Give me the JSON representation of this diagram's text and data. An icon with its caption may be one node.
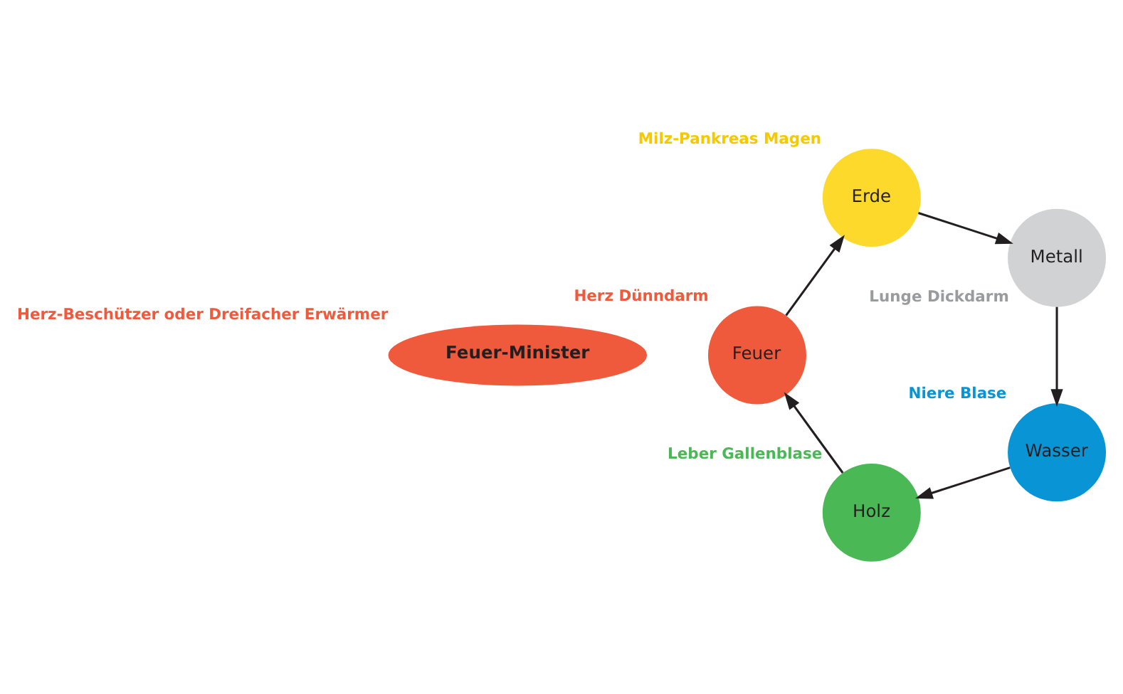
{
  "diagram": {
    "nodes": [
      {
        "text": [
          "Feuer-Minister"
        ],
        "beside": [
          "Herz-Beschützer oder Dreifacher Erwärmer"
        ]
      },
      {
        "text": [
          "Feuer"
        ],
        "beside": [
          "Herz Dünndarm"
        ]
      },
      {
        "text": [
          "Holz"
        ],
        "beside": [
          "Leber Gallenblase"
        ]
      },
      {
        "text": [
          "Erde"
        ],
        "beside": [
          "Milz-Pankreas Magen"
        ]
      },
      {
        "text": [
          "Wasser"
        ],
        "beside": [
          "Niere Blase"
        ]
      },
      {
        "text": [
          "Metall"
        ],
        "beside": [
          "Lunge Dickdarm"
        ]
      }
    ],
    "edges": [
      {
        "from": 2,
        "to": 1,
        "arrow": "to"
      },
      {
        "from": 1,
        "to": 3,
        "arrow": "to"
      },
      {
        "from": 3,
        "to": 5,
        "arrow": "to"
      },
      {
        "from": 5,
        "to": 4,
        "arrow": "to"
      },
      {
        "from": 4,
        "to": 2,
        "arrow": "to"
      }
    ]
  }
}
